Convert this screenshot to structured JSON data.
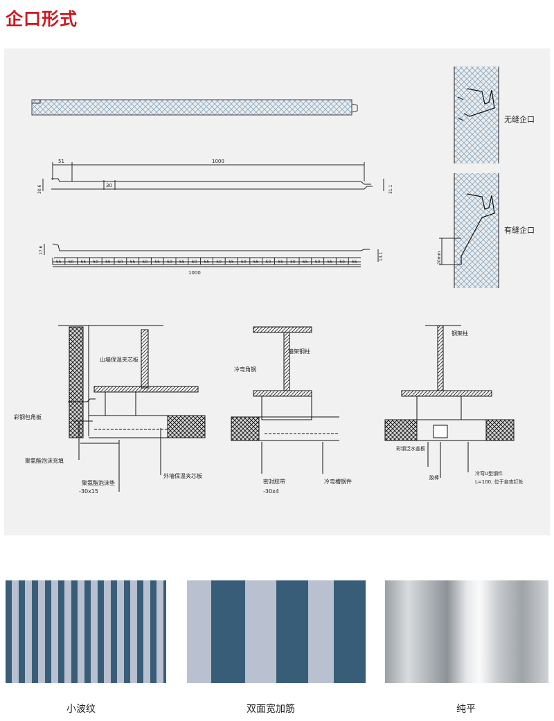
{
  "page": {
    "title": "企口形式"
  },
  "panel": {
    "top_width": "1000",
    "top_left_dim": "51",
    "top_mid_dim": "30",
    "top_left_height": "30.6",
    "top_right_height": "31.1",
    "rib_left_height": "17.6",
    "rib_right_height": "13.1",
    "rib_segments": [
      "55",
      "50",
      "55",
      "50",
      "55",
      "50",
      "55",
      "50",
      "55",
      "50",
      "55",
      "50",
      "55",
      "50",
      "55",
      "50",
      "55",
      "50",
      "55",
      "50",
      "55",
      "50",
      "55",
      "50",
      "55"
    ],
    "bottom_width": "1000"
  },
  "joints": {
    "no_gap_label": "无缝企口",
    "with_gap_label": "有缝企口",
    "gap_dim": "20mm"
  },
  "details": {
    "left": {
      "gable_panel": "山墙保温夹芯板",
      "corner_cover": "彩钢包角板",
      "foam_fill": "聚氨酯泡沫充填",
      "foam_pad": "聚氨酯泡沫垫",
      "foam_pad_size": "-30x15",
      "outer_wall_panel": "外墙保温夹芯板"
    },
    "middle": {
      "steel_column": "墙架钢柱",
      "angle_steel": "冷弯角钢",
      "sealing_tape": "密封胶带",
      "tape_size": "-30x4",
      "channel_steel": "冷弯槽钢件"
    },
    "right": {
      "steel_column": "钢架柱",
      "flashing": "彩钢泛水盖板",
      "sealant": "胶棒",
      "u_channel": "冷弯U型钢件",
      "u_channel_note": "L=100, 位于自攻钉处"
    }
  },
  "swatches": [
    {
      "label": "小波纹",
      "colors": [
        "#385d79",
        "#b9c0d0"
      ]
    },
    {
      "label": "双面宽加筋",
      "colors": [
        "#385d79",
        "#b9c0d0"
      ]
    },
    {
      "label": "纯平",
      "colors": [
        "#9aa0a4",
        "#fafafa"
      ]
    }
  ]
}
